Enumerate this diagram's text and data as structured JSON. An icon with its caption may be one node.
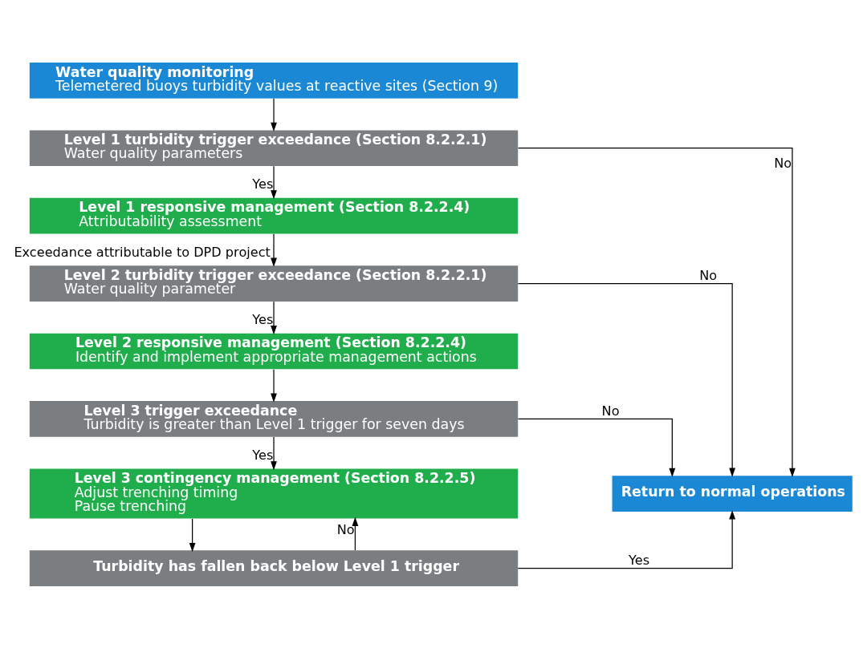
{
  "diagram": {
    "nodes": [
      {
        "text": [
          "Water quality monitoring",
          "Telemetered buoys turbidity values at reactive sites (Section 9)"
        ]
      },
      {
        "text": [
          "Level 1 turbidity trigger exceedance (Section 8.2.2.1)",
          "Water quality parameters"
        ]
      },
      {
        "text": [
          "Level 1 responsive management (Section 8.2.2.4)",
          "Attributability assessment"
        ]
      },
      {
        "text": [
          "Level 2 turbidity trigger exceedance (Section 8.2.2.1)",
          "Water quality parameter"
        ]
      },
      {
        "text": [
          "Level 2 responsive management (Section 8.2.2.4)",
          "Identify and implement appropriate management actions"
        ]
      },
      {
        "text": [
          "Level 3 trigger exceedance",
          "Turbidity is greater than Level 1 trigger for seven days"
        ]
      },
      {
        "text": [
          "Level 3 contingency management (Section 8.2.2.5)",
          "Adjust trenching timing",
          "Pause trenching"
        ]
      },
      {
        "text": [
          "Turbidity has fallen back below Level 1 trigger"
        ]
      },
      {
        "text": [
          "Return to normal operations"
        ]
      }
    ],
    "edges": [
      {
        "from": 0,
        "to": 1,
        "arrow": "to"
      },
      {
        "from": 1,
        "to": 2,
        "arrow": "to",
        "label": "Yes"
      },
      {
        "from": 2,
        "to": 3,
        "arrow": "to",
        "label": "Exceedance attributable to DPD project"
      },
      {
        "from": 3,
        "to": 4,
        "arrow": "to",
        "label": "Yes"
      },
      {
        "from": 4,
        "to": 5,
        "arrow": "to"
      },
      {
        "from": 5,
        "to": 6,
        "arrow": "to",
        "label": "Yes"
      },
      {
        "from": 6,
        "to": 7,
        "arrow": "to"
      },
      {
        "from": 7,
        "to": 6,
        "arrow": "to",
        "label": "No"
      },
      {
        "from": 1,
        "to": 8,
        "arrow": "to",
        "label": "No"
      },
      {
        "from": 3,
        "to": 8,
        "arrow": "to",
        "label": "No"
      },
      {
        "from": 5,
        "to": 8,
        "arrow": "to",
        "label": "No"
      },
      {
        "from": 7,
        "to": 8,
        "arrow": "to",
        "label": "Yes"
      }
    ]
  }
}
